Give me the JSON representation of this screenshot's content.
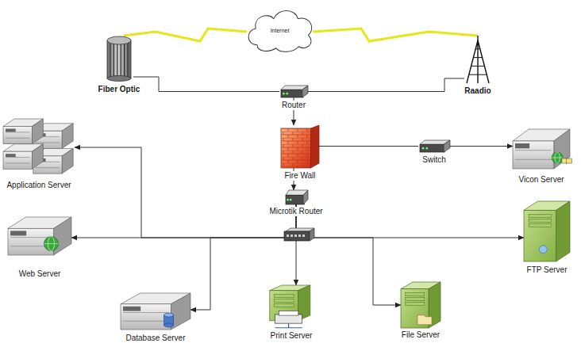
{
  "diagram": {
    "nodes": [
      {
        "text": [
          "Internet"
        ]
      },
      {
        "text": [
          "Fiber Optic"
        ]
      },
      {
        "text": [
          "Raadio"
        ]
      },
      {
        "text": [
          "Router"
        ]
      },
      {
        "text": [
          "Application Server"
        ]
      },
      {
        "text": [
          "Fire Wall"
        ]
      },
      {
        "text": [
          "Switch"
        ]
      },
      {
        "text": [
          "Vicon Server"
        ]
      },
      {
        "text": [
          "Microtik Router"
        ]
      },
      {
        "text": [
          "Web Server"
        ]
      },
      {
        "text": [
          "FTP Server"
        ]
      },
      {
        "text": [
          "Database Server"
        ]
      },
      {
        "text": [
          "Print Server"
        ]
      },
      {
        "text": [
          "File Server"
        ]
      }
    ],
    "edges": [
      {
        "from": 0,
        "to": 1,
        "arrow": "none"
      },
      {
        "from": 0,
        "to": 2,
        "arrow": "none"
      },
      {
        "from": 1,
        "to": 3,
        "arrow": "none"
      },
      {
        "from": 2,
        "to": 3,
        "arrow": "none"
      },
      {
        "from": 3,
        "to": 5,
        "arrow": "to"
      },
      {
        "from": 5,
        "to": 8,
        "arrow": "to"
      },
      {
        "from": 5,
        "to": 6,
        "arrow": "none"
      },
      {
        "from": 6,
        "to": 7,
        "arrow": "to"
      },
      {
        "from": 8,
        "to": 4,
        "arrow": "to"
      },
      {
        "from": 8,
        "to": 9,
        "arrow": "to"
      },
      {
        "from": 8,
        "to": 11,
        "arrow": "to"
      },
      {
        "from": 8,
        "to": 12,
        "arrow": "to"
      },
      {
        "from": 8,
        "to": 13,
        "arrow": "to"
      },
      {
        "from": 8,
        "to": 10,
        "arrow": "to"
      }
    ]
  }
}
